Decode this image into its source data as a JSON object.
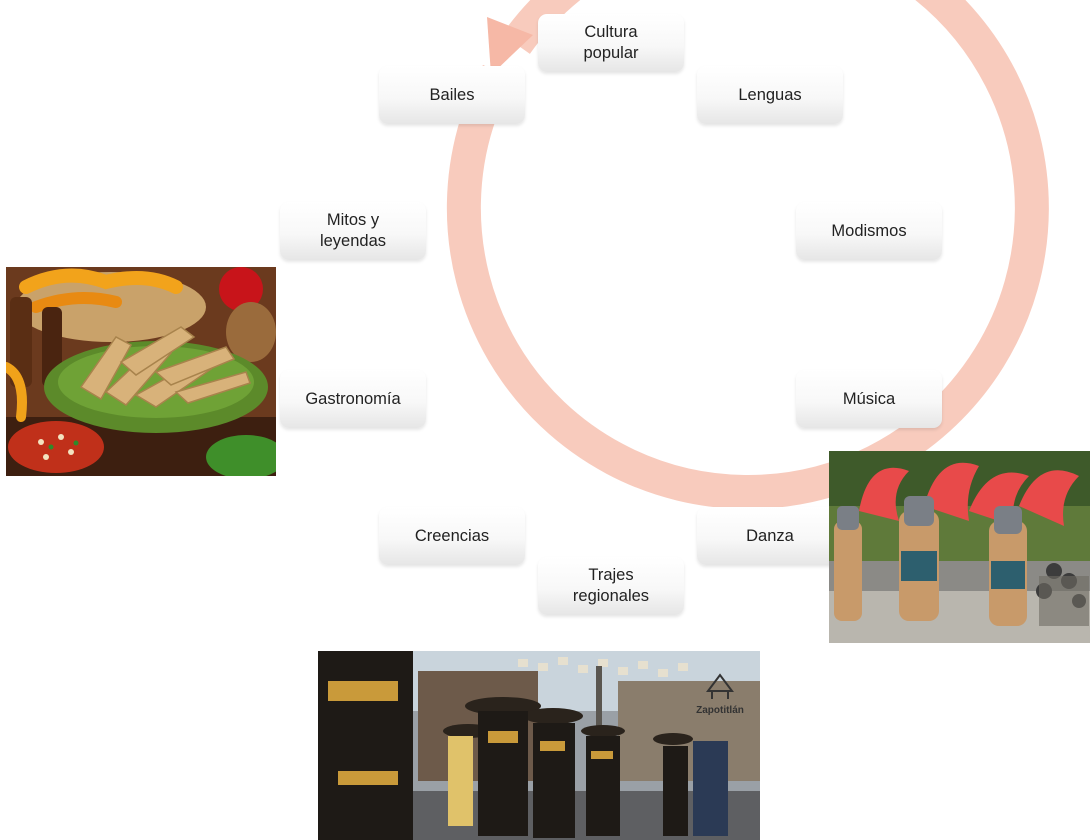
{
  "diagram": {
    "nodes": [
      {
        "id": "cultura",
        "label": "Cultura\npopular"
      },
      {
        "id": "lenguas",
        "label": "Lenguas"
      },
      {
        "id": "modismos",
        "label": "Modismos"
      },
      {
        "id": "musica",
        "label": "Música"
      },
      {
        "id": "danza",
        "label": "Danza"
      },
      {
        "id": "trajes",
        "label": "Trajes\nregionales"
      },
      {
        "id": "creencias",
        "label": "Creencias"
      },
      {
        "id": "gastronomia",
        "label": "Gastronomía"
      },
      {
        "id": "mitos",
        "label": "Mitos y\nleyendas"
      },
      {
        "id": "bailes",
        "label": "Bailes"
      }
    ],
    "ring_color": "#f8cbbd",
    "node_gradient": [
      "#ffffff",
      "#e6e6e6"
    ]
  },
  "photos": {
    "street_watermark": "Zapotitlán"
  }
}
